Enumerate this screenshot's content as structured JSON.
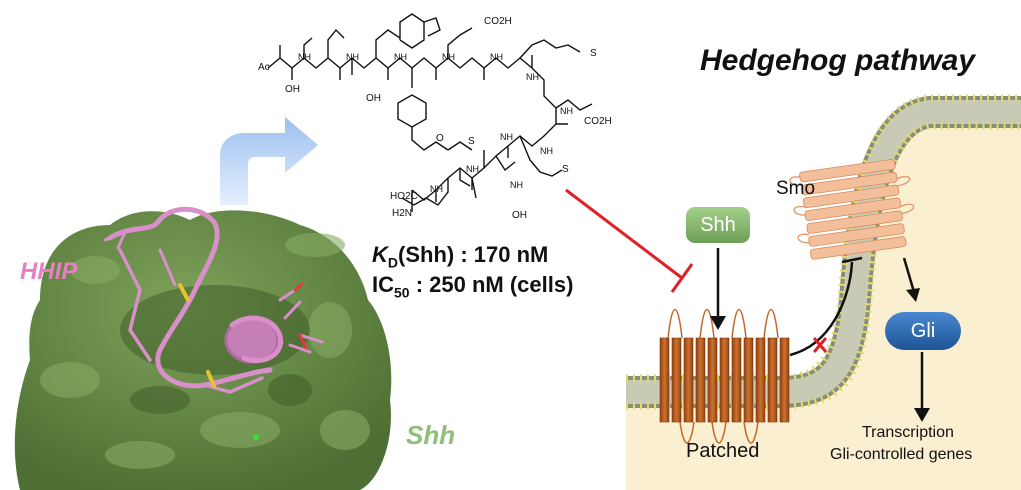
{
  "title": "Hedgehog pathway",
  "labels": {
    "hhip": "HHIP",
    "shh_protein": "Shh",
    "kd_prefix": "K",
    "kd_sub": "D",
    "kd_rest": "(Shh) : 170 nM",
    "ic50_prefix": "IC",
    "ic50_sub": "50",
    "ic50_rest": " : 250 nM (cells)",
    "shh": "Shh",
    "smo": "Smo",
    "gli": "Gli",
    "patched": "Patched",
    "transcription": "Transcription",
    "genes": "Gli-controlled genes"
  },
  "peptide": {
    "groups": [
      "Ac",
      "OH",
      "OH",
      "CO2H",
      "CO2H",
      "S",
      "S",
      "O",
      "HO2C",
      "H2N",
      "OH"
    ],
    "nh_count": 12
  },
  "colors": {
    "protein_surface": "#6b8f48",
    "peptide": "#d98fc9",
    "hhip_text": "#e87fc3",
    "shh_text": "#8fbf7a",
    "inhibition": "#e01f26",
    "cytoplasm": "#fbefd2",
    "patched": "#b85a1c",
    "smo": "#f0b48c",
    "gli": "#1d5595",
    "shh_pill": "#7fb067",
    "arrow": "#a9c8ef"
  }
}
